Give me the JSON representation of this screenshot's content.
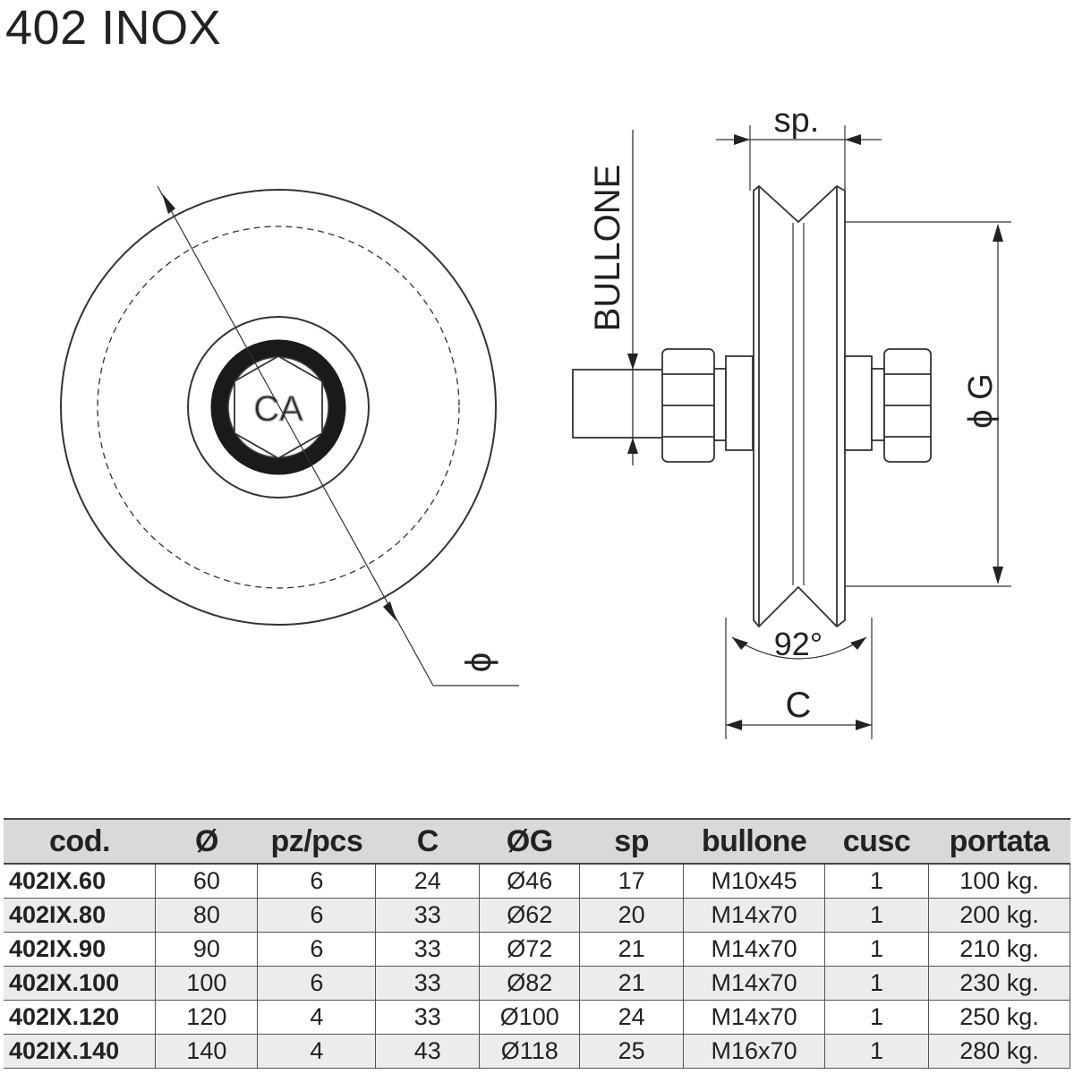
{
  "title": "402 INOX",
  "drawing": {
    "bolt_label": "BULLONE",
    "sp_label": "sp.",
    "g_label": "ϕ G",
    "angle_label": "92°",
    "c_label": "C",
    "diameter_label": "ϕ",
    "logo_text": "CA"
  },
  "table": {
    "headers": [
      "cod.",
      "Ø",
      "pz/pcs",
      "C",
      "ØG",
      "sp",
      "bullone",
      "cusc",
      "portata"
    ],
    "rows": [
      [
        "402IX.60",
        "60",
        "6",
        "24",
        "Ø46",
        "17",
        "M10x45",
        "1",
        "100 kg."
      ],
      [
        "402IX.80",
        "80",
        "6",
        "33",
        "Ø62",
        "20",
        "M14x70",
        "1",
        "200 kg."
      ],
      [
        "402IX.90",
        "90",
        "6",
        "33",
        "Ø72",
        "21",
        "M14x70",
        "1",
        "210 kg."
      ],
      [
        "402IX.100",
        "100",
        "6",
        "33",
        "Ø82",
        "21",
        "M14x70",
        "1",
        "230 kg."
      ],
      [
        "402IX.120",
        "120",
        "4",
        "33",
        "Ø100",
        "24",
        "M14x70",
        "1",
        "250 kg."
      ],
      [
        "402IX.140",
        "140",
        "4",
        "43",
        "Ø118",
        "25",
        "M16x70",
        "1",
        "280 kg."
      ]
    ]
  }
}
